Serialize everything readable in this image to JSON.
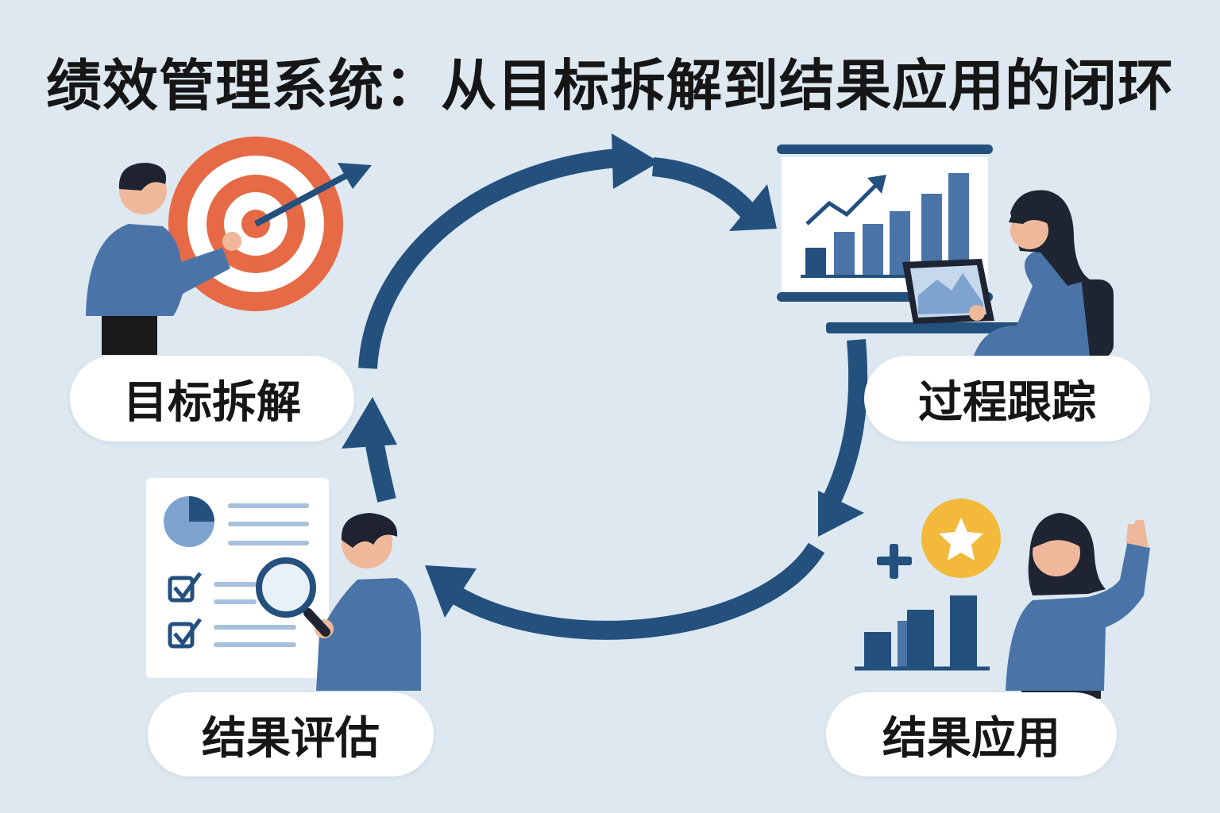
{
  "title": "绩效管理系统：从目标拆解到结果应用的闭环",
  "stages": [
    {
      "id": "goal",
      "label": "目标拆解"
    },
    {
      "id": "tracking",
      "label": "过程跟踪"
    },
    {
      "id": "evaluation",
      "label": "结果评估"
    },
    {
      "id": "application",
      "label": "结果应用"
    }
  ],
  "icons": [
    "target-icon",
    "arrow-dart-icon",
    "presentation-board-icon",
    "trend-arrow-icon",
    "laptop-icon",
    "checklist-icon",
    "pie-chart-icon",
    "magnifier-icon",
    "star-badge-icon",
    "plus-icon",
    "bar-chart-icon"
  ],
  "colors": {
    "background": "#dde8f0",
    "arrow": "#24507e",
    "accent_blue": "#4a74a8",
    "target_red": "#e56a45",
    "star_gold": "#f2b93b"
  }
}
